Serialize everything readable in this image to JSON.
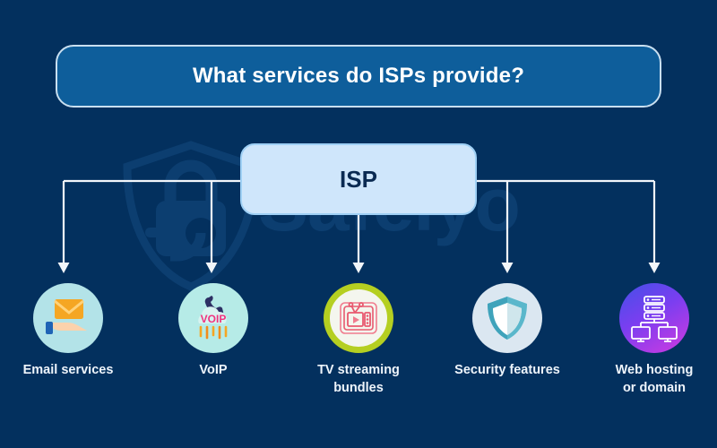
{
  "watermark": {
    "text": "Safelyo",
    "logo_icon": "shield-lock-headset-icon",
    "color": "#0c3e70"
  },
  "header": {
    "title": "What services do ISPs provide?",
    "background_color": "#0e5e9b",
    "border_color": "#c9dff0",
    "text_color": "#ffffff"
  },
  "canvas": {
    "background_color": "#03305e",
    "connector_color": "#f2f6fa"
  },
  "central_node": {
    "label": "ISP",
    "background_color": "#cfe6fb",
    "text_color": "#0a2a52"
  },
  "branches": [
    {
      "label": "Email services",
      "icon": "envelope-in-hand-icon",
      "circle_color": "#b3e3e8"
    },
    {
      "label": "VoIP",
      "icon": "voip-cloud-phone-icon",
      "icon_text": "VOIP",
      "circle_color": "#b6ebe7"
    },
    {
      "label": "TV streaming\nbundles",
      "icon": "tv-play-icon",
      "circle_color": "#f4f6ee",
      "circle_ring_color": "#b5cf21"
    },
    {
      "label": "Security features",
      "icon": "shield-icon",
      "circle_color": "#dbe7f1"
    },
    {
      "label": "Web hosting\nor domain",
      "icon": "server-monitors-icon",
      "circle_color": "#7b3ef0"
    }
  ]
}
